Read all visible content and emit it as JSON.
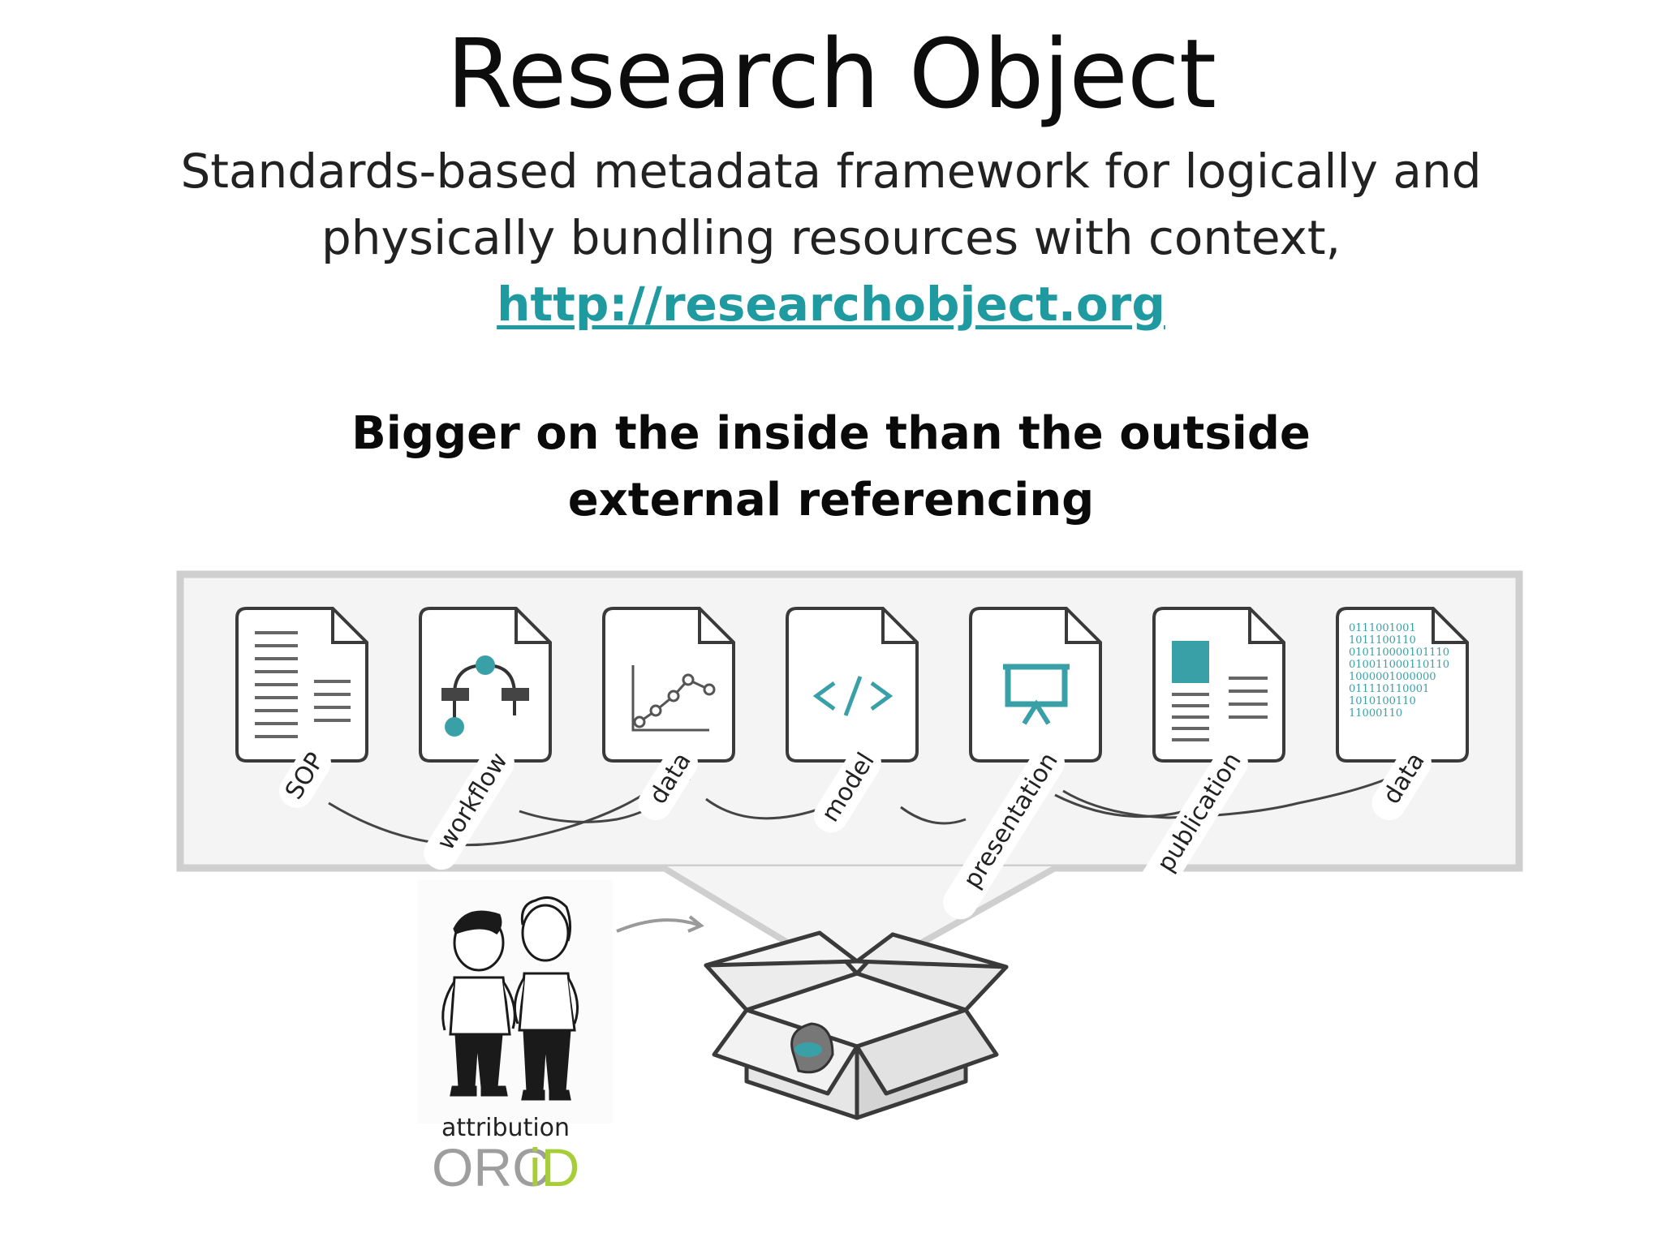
{
  "slide": {
    "title": "Research Object",
    "subtitle_line1": "Standards-based metadata framework for logically and",
    "subtitle_line2": "physically bundling resources with context,",
    "link_text": "http://researchobject.org",
    "tagline_line1": "Bigger on the inside than the outside",
    "tagline_line2": "external referencing"
  },
  "diagram": {
    "documents": [
      {
        "label": "SOP",
        "icon": "text-lines-icon"
      },
      {
        "label": "workflow",
        "icon": "workflow-graph-icon"
      },
      {
        "label": "data",
        "icon": "line-chart-icon"
      },
      {
        "label": "model",
        "icon": "code-brackets-icon"
      },
      {
        "label": "presentation",
        "icon": "presentation-board-icon"
      },
      {
        "label": "publication",
        "icon": "article-icon"
      },
      {
        "label": "data",
        "icon": "binary-data-icon"
      }
    ],
    "binary_lines": [
      "0111001001",
      "1011100110",
      "010110000101110",
      "010011000110110",
      "1000001000000",
      "011110110001",
      "1010100110",
      "11000110"
    ],
    "attribution_label": "attribution",
    "orcid_prefix": "ORC",
    "orcid_suffix": "iD"
  },
  "colors": {
    "accent": "#3aa0a8",
    "link": "#1f9aa0",
    "orcid_green": "#a6ce39",
    "frame": "#cfcfcf"
  }
}
